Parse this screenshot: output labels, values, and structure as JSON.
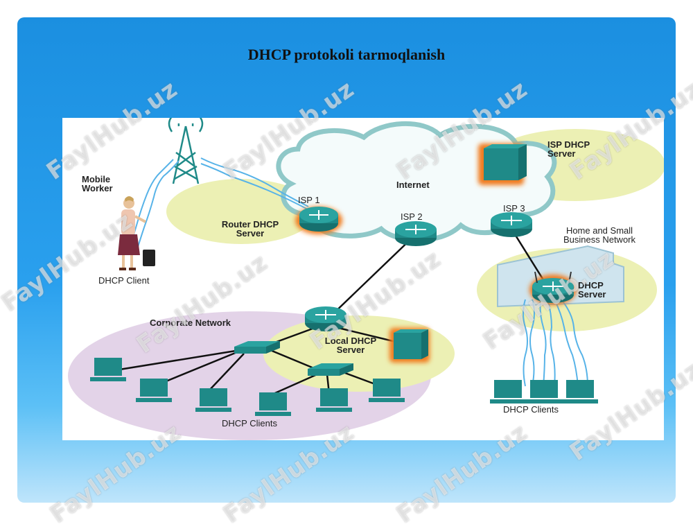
{
  "slide": {
    "title": "DHCP protokoli tarmoqlanish"
  },
  "diagram": {
    "internet": "Internet",
    "isp1": "ISP 1",
    "isp2": "ISP 2",
    "isp3": "ISP 3",
    "isp_dhcp_server": [
      "ISP DHCP",
      "Server"
    ],
    "router_dhcp_server": [
      "Router DHCP",
      "Server"
    ],
    "mobile_worker": [
      "Mobile",
      "Worker"
    ],
    "dhcp_client": "DHCP Client",
    "corporate_network": "Corporate Network",
    "local_dhcp_server": [
      "Local DHCP",
      "Server"
    ],
    "corporate_clients": "DHCP Clients",
    "home_network": [
      "Home and Small",
      "Business Network"
    ],
    "home_dhcp_server": [
      "DHCP",
      "Server"
    ],
    "home_clients": "DHCP Clients"
  },
  "watermark": {
    "text": "FaylHub.uz"
  },
  "colors": {
    "slide_blue": "#1b8fe0",
    "device_teal": "#1f8a88",
    "zone_yellow": "#ecf0b4",
    "zone_purple": "#e3d3e8",
    "glow_orange": "#f07a1a"
  }
}
